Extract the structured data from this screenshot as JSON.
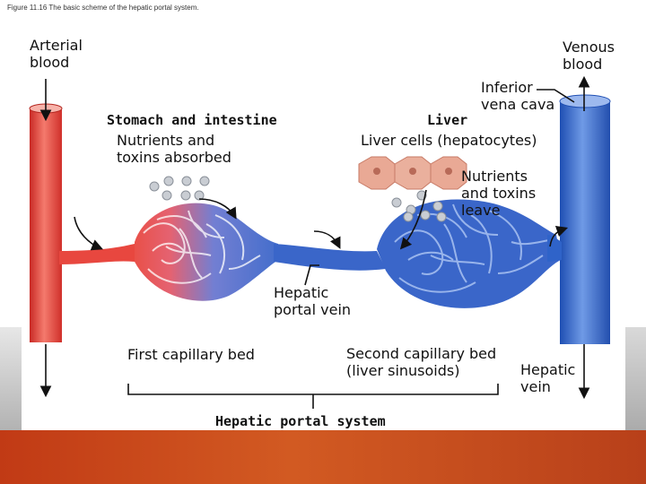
{
  "caption": "Figure 11.16 The basic scheme of the hepatic portal system.",
  "labels": {
    "arterial_blood": [
      "Arterial",
      "blood"
    ],
    "venous_blood": [
      "Venous",
      "blood"
    ],
    "inferior_vena_cava": [
      "Inferior",
      "vena cava"
    ],
    "stomach_intestine": "Stomach and intestine",
    "nutrients_absorbed": [
      "Nutrients and",
      "toxins absorbed"
    ],
    "liver": "Liver",
    "liver_cells": "Liver cells (hepatocytes)",
    "nutrients_leave": [
      "Nutrients",
      "and toxins",
      "leave"
    ],
    "hepatic_portal_vein": [
      "Hepatic",
      "portal vein"
    ],
    "first_capillary_bed": "First capillary bed",
    "second_capillary_bed": [
      "Second capillary bed",
      "(liver sinusoids)"
    ],
    "hepatic_vein": [
      "Hepatic",
      "vein"
    ],
    "hepatic_portal_system": "Hepatic portal system"
  },
  "colors": {
    "artery": "#e8473f",
    "artery_light": "#f59a8c",
    "vein": "#2f63c9",
    "vein_light": "#7fa6e8",
    "hepatocyte": "#e9a995",
    "slide_bar": "#c7461a"
  }
}
